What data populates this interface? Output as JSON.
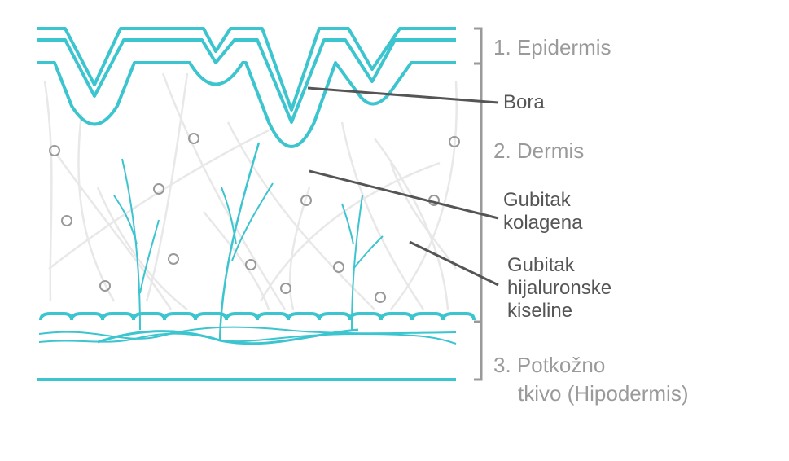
{
  "layers": {
    "epidermis": "1. Epidermis",
    "dermis": "2. Dermis",
    "hypodermis_line1": "3. Potkožno",
    "hypodermis_line2": "tkivo (Hipodermis)"
  },
  "annotations": {
    "wrinkle": "Bora",
    "collagen_line1": "Gubitak",
    "collagen_line2": "kolagena",
    "hyaluronic_line1": "Gubitak",
    "hyaluronic_line2": "hijaluronske",
    "hyaluronic_line3": "kiseline"
  },
  "colors": {
    "teal": "#3cc4cf",
    "gray": "#9a9a9a",
    "dark": "#555555",
    "fiber": "#e6e6e6"
  }
}
